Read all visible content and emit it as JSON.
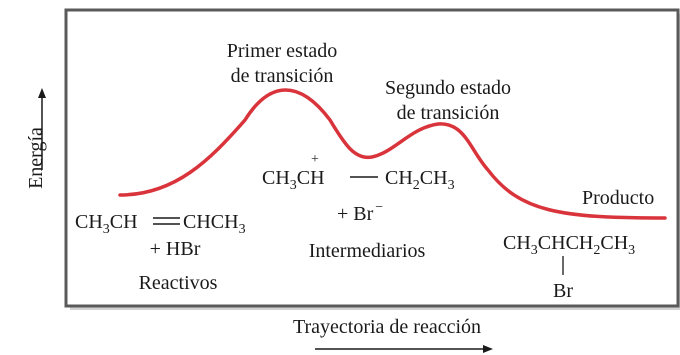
{
  "axes": {
    "y_label": "Energía",
    "x_label": "Trayectoria de reacción"
  },
  "transition_states": {
    "first": {
      "line1": "Primer estado",
      "line2": "de transición"
    },
    "second": {
      "line1": "Segundo estado",
      "line2": "de transición"
    }
  },
  "reactants": {
    "formula": {
      "a": "CH",
      "a_sub": "3",
      "b": "CH",
      "c": "CHCH",
      "c_sub": "3"
    },
    "plus_reagent": "+ HBr",
    "label": "Reactivos"
  },
  "intermediates": {
    "charge": "+",
    "left": {
      "a": "CH",
      "a_sub": "3",
      "b": "CH"
    },
    "right": {
      "a": "CH",
      "a_sub": "2",
      "b": "CH",
      "b_sub": "3"
    },
    "bromide": "+ Br",
    "bromide_charge": "−",
    "label": "Intermediarios"
  },
  "product": {
    "label": "Producto",
    "formula": {
      "a": "CH",
      "a_sub": "3",
      "b": "CHCH",
      "b_sub": "2",
      "c": "CH",
      "c_sub": "3"
    },
    "substituent": "Br"
  },
  "colors": {
    "curve": "#d9343b",
    "frame": "#5a5a5a",
    "text": "#1a1a1a"
  }
}
